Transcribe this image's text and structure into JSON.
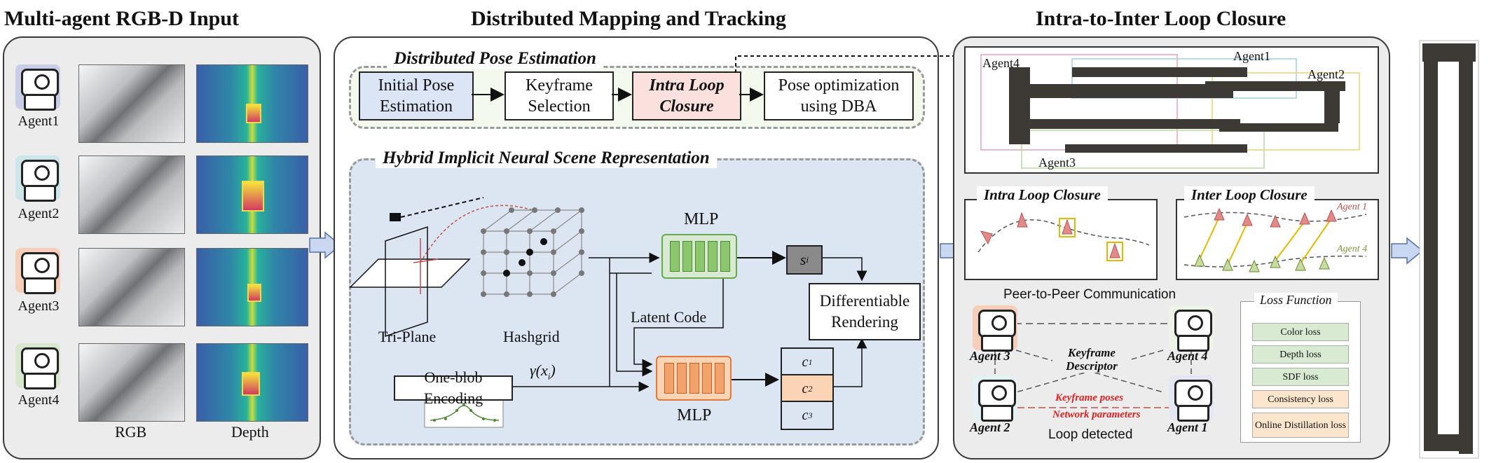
{
  "titles": {
    "input": "Multi-agent RGB-D Input",
    "mapping": "Distributed Mapping and Tracking",
    "loop": "Intra-to-Inter Loop Closure"
  },
  "input_panel": {
    "agents": [
      {
        "name": "Agent1",
        "color": "#c9cde6"
      },
      {
        "name": "Agent2",
        "color": "#cde6ea"
      },
      {
        "name": "Agent3",
        "color": "#f6cfbb"
      },
      {
        "name": "Agent4",
        "color": "#d8e8cf"
      }
    ],
    "rgb_label": "RGB",
    "depth_label": "Depth"
  },
  "pose_estimation": {
    "title": "Distributed Pose Estimation",
    "steps": [
      "Initial Pose Estimation",
      "Keyframe Selection",
      "Intra Loop Closure",
      "Pose optimization using DBA"
    ]
  },
  "scene_rep": {
    "title": "Hybrid Implicit Neural Scene Representation",
    "triplane_label": "Tri-Plane",
    "hashgrid_label": "Hashgrid",
    "mlp_label": "MLP",
    "mlp2_label": "MLP",
    "latent_label": "Latent Code",
    "s_label": "s",
    "s_sub": "i",
    "encoding_label": "One-blob Encoding",
    "gamma_label": "γ(x",
    "gamma_sub": "i",
    "gamma_close": ")",
    "render_label": "Differentiable Rendering",
    "c_cells": [
      {
        "c": "c",
        "sub": "1"
      },
      {
        "c": "c",
        "sub": "2"
      },
      {
        "c": "c",
        "sub": "3"
      }
    ]
  },
  "loop_panel": {
    "map_agents": [
      "Agent4",
      "Agent1",
      "Agent2",
      "Agent3"
    ],
    "intra_title": "Intra Loop Closure",
    "inter_title": "Inter Loop Closure",
    "inter_agent1": "Agent 1",
    "inter_agent4": "Agent 4",
    "comm_title": "Peer-to-Peer Communication",
    "keyframe_desc": "Keyframe Descriptor",
    "poses_label": "Keyframe poses",
    "params_label": "Network parameters",
    "loop_detected": "Loop detected",
    "agents": [
      "Agent 3",
      "Agent 4",
      "Agent 2",
      "Agent 1"
    ]
  },
  "loss": {
    "title": "Loss Function",
    "items": [
      "Color loss",
      "Depth loss",
      "SDF loss",
      "Consistency loss",
      "Online Distillation loss"
    ],
    "item_colors": [
      "#d9ead3",
      "#d9ead3",
      "#d9ead3",
      "#fce5cd",
      "#fce5cd"
    ]
  },
  "colors": {
    "arrow_fill": "#c9d7f1",
    "initial_pose_bg": "#dbe5f6",
    "intra_bg": "#fbe1de",
    "inter_red": "#c0504d",
    "inter_green": "#7a9a3a"
  }
}
